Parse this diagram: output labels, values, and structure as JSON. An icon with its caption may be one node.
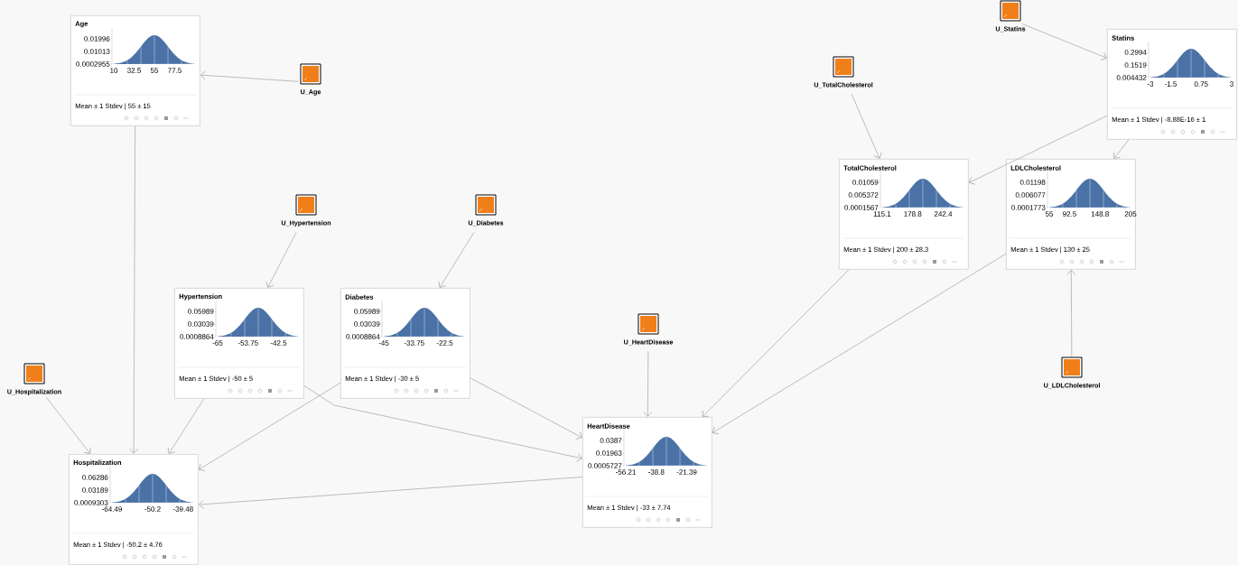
{
  "diagram": {
    "nodes": [
      {
        "text": [
          "Age",
          "0.01996",
          "0.01013",
          "0.0002955",
          "10",
          "32.5",
          "55",
          "77.5",
          "Mean ± 1 Stdev | 55 ± 15"
        ]
      },
      {
        "text": [
          "U_Age"
        ]
      },
      {
        "text": [
          "U_Statins"
        ]
      },
      {
        "text": [
          "Statins",
          "0.2994",
          "0.1519",
          "0.004432",
          "-3",
          "-1.5",
          "0.75",
          "3",
          "Mean ± 1 Stdev | -8.88E-16 ± 1"
        ]
      },
      {
        "text": [
          "U_TotalCholesterol"
        ]
      },
      {
        "text": [
          "TotalCholesterol",
          "0.01059",
          "0.005372",
          "0.0001567",
          "115.1",
          "178.8",
          "242.4",
          "Mean ± 1 Stdev | 200 ± 28.3"
        ]
      },
      {
        "text": [
          "LDLCholesterol",
          "0.01198",
          "0.006077",
          "0.0001773",
          "55",
          "92.5",
          "148.8",
          "205",
          "Mean ± 1 Stdev | 130 ± 25"
        ]
      },
      {
        "text": [
          "U_Hypertension"
        ]
      },
      {
        "text": [
          "U_Diabetes"
        ]
      },
      {
        "text": [
          "Hypertension",
          "0.05989",
          "0.03039",
          "0.0008864",
          "-65",
          "-53.75",
          "-42.5",
          "Mean ± 1 Stdev | -50 ± 5"
        ]
      },
      {
        "text": [
          "Diabetes",
          "0.05989",
          "0.03039",
          "0.0008864",
          "-45",
          "-33.75",
          "-22.5",
          "Mean ± 1 Stdev | -30 ± 5"
        ]
      },
      {
        "text": [
          "U_HeartDisease"
        ]
      },
      {
        "text": [
          "U_LDLCholesterol"
        ]
      },
      {
        "text": [
          "U_Hospitalization"
        ]
      },
      {
        "text": [
          "HeartDisease",
          "0.0387",
          "0.01963",
          "0.0005727",
          "-56.21",
          "-38.8",
          "-21.39",
          "Mean ± 1 Stdev | -33 ± 7.74"
        ]
      },
      {
        "text": [
          "Hospitalization",
          "0.06286",
          "0.03189",
          "0.0009303",
          "-64.49",
          "-50.2",
          "-39.48",
          "Mean ± 1 Stdev | -50.2 ± 4.76"
        ]
      }
    ],
    "edges": [
      {
        "from": 1,
        "to": 0,
        "arrow": "to"
      },
      {
        "from": 0,
        "to": 15,
        "arrow": "to"
      },
      {
        "from": 2,
        "to": 3,
        "arrow": "to"
      },
      {
        "from": 3,
        "to": 5,
        "arrow": "to"
      },
      {
        "from": 3,
        "to": 6,
        "arrow": "to"
      },
      {
        "from": 4,
        "to": 5,
        "arrow": "to"
      },
      {
        "from": 12,
        "to": 6,
        "arrow": "to"
      },
      {
        "from": 7,
        "to": 9,
        "arrow": "to"
      },
      {
        "from": 8,
        "to": 10,
        "arrow": "to"
      },
      {
        "from": 5,
        "to": 14,
        "arrow": "to"
      },
      {
        "from": 6,
        "to": 14,
        "arrow": "to"
      },
      {
        "from": 11,
        "to": 14,
        "arrow": "to"
      },
      {
        "from": 9,
        "to": 15,
        "arrow": "to"
      },
      {
        "from": 9,
        "to": 14,
        "arrow": "to"
      },
      {
        "from": 10,
        "to": 15,
        "arrow": "to"
      },
      {
        "from": 10,
        "to": 14,
        "arrow": "to"
      },
      {
        "from": 13,
        "to": 15,
        "arrow": "to"
      },
      {
        "from": 14,
        "to": 15,
        "arrow": "to"
      }
    ]
  }
}
